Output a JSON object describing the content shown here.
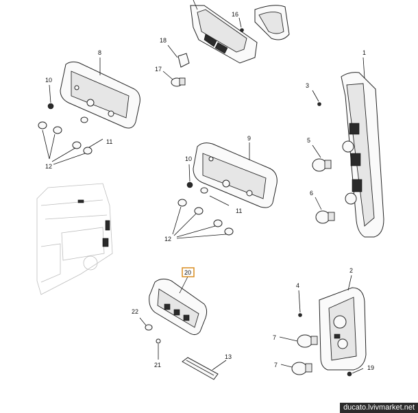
{
  "callouts": {
    "c1": "1",
    "c2": "2",
    "c3": "3",
    "c4": "4",
    "c5": "5",
    "c6": "6",
    "c7a": "7",
    "c7b": "7",
    "c8": "8",
    "c9": "9",
    "c10a": "10",
    "c10b": "10",
    "c11a": "11",
    "c11b": "11",
    "c12a": "12",
    "c12b": "12",
    "c13": "13",
    "c16": "16",
    "c17": "17",
    "c18": "18",
    "c19": "19",
    "c20": "20",
    "c21": "21",
    "c22": "22"
  },
  "highlight": {
    "part": "20",
    "color": "#d98c1e"
  },
  "watermark": "ducato.lvivmarket.net",
  "colors": {
    "line": "#222222",
    "van": "#bdbdbd",
    "watermark_bg": "#2b2b2b"
  }
}
